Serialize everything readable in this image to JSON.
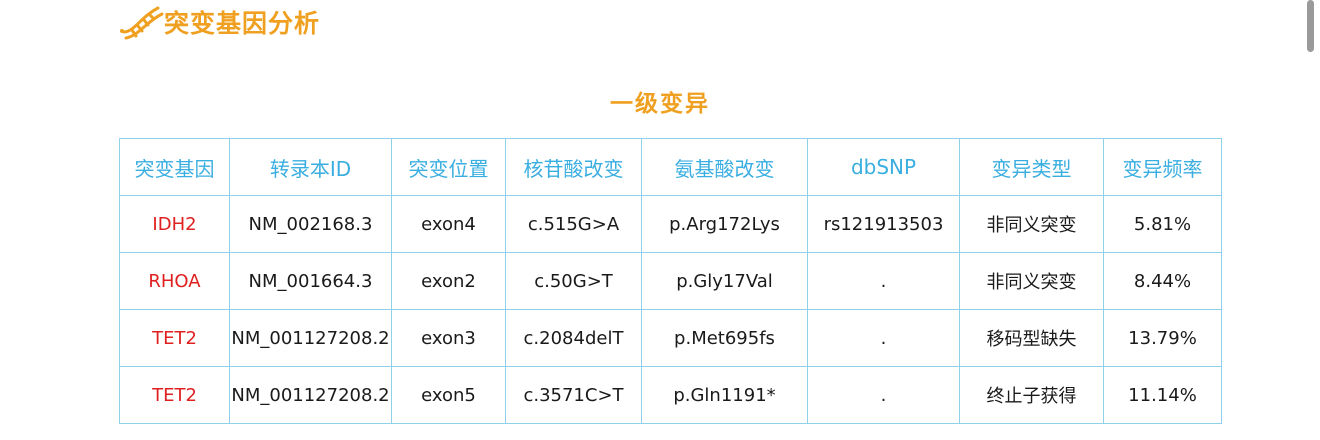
{
  "section": {
    "title": "突变基因分析",
    "icon": "dna-icon"
  },
  "subtitle": "一级变异",
  "colors": {
    "accent": "#f0a020",
    "header_text": "#3aaee0",
    "border": "#8fd0ea",
    "gene_text": "#e02020"
  },
  "table": {
    "headers": [
      "突变基因",
      "转录本ID",
      "突变位置",
      "核苷酸改变",
      "氨基酸改变",
      "dbSNP",
      "变异类型",
      "变异频率"
    ],
    "rows": [
      [
        "IDH2",
        "NM_002168.3",
        "exon4",
        "c.515G>A",
        "p.Arg172Lys",
        "rs121913503",
        "非同义突变",
        "5.81%"
      ],
      [
        "RHOA",
        "NM_001664.3",
        "exon2",
        "c.50G>T",
        "p.Gly17Val",
        ".",
        "非同义突变",
        "8.44%"
      ],
      [
        "TET2",
        "NM_001127208.2",
        "exon3",
        "c.2084delT",
        "p.Met695fs",
        ".",
        "移码型缺失",
        "13.79%"
      ],
      [
        "TET2",
        "NM_001127208.2",
        "exon5",
        "c.3571C>T",
        "p.Gln1191*",
        ".",
        "终止子获得",
        "11.14%"
      ]
    ]
  }
}
